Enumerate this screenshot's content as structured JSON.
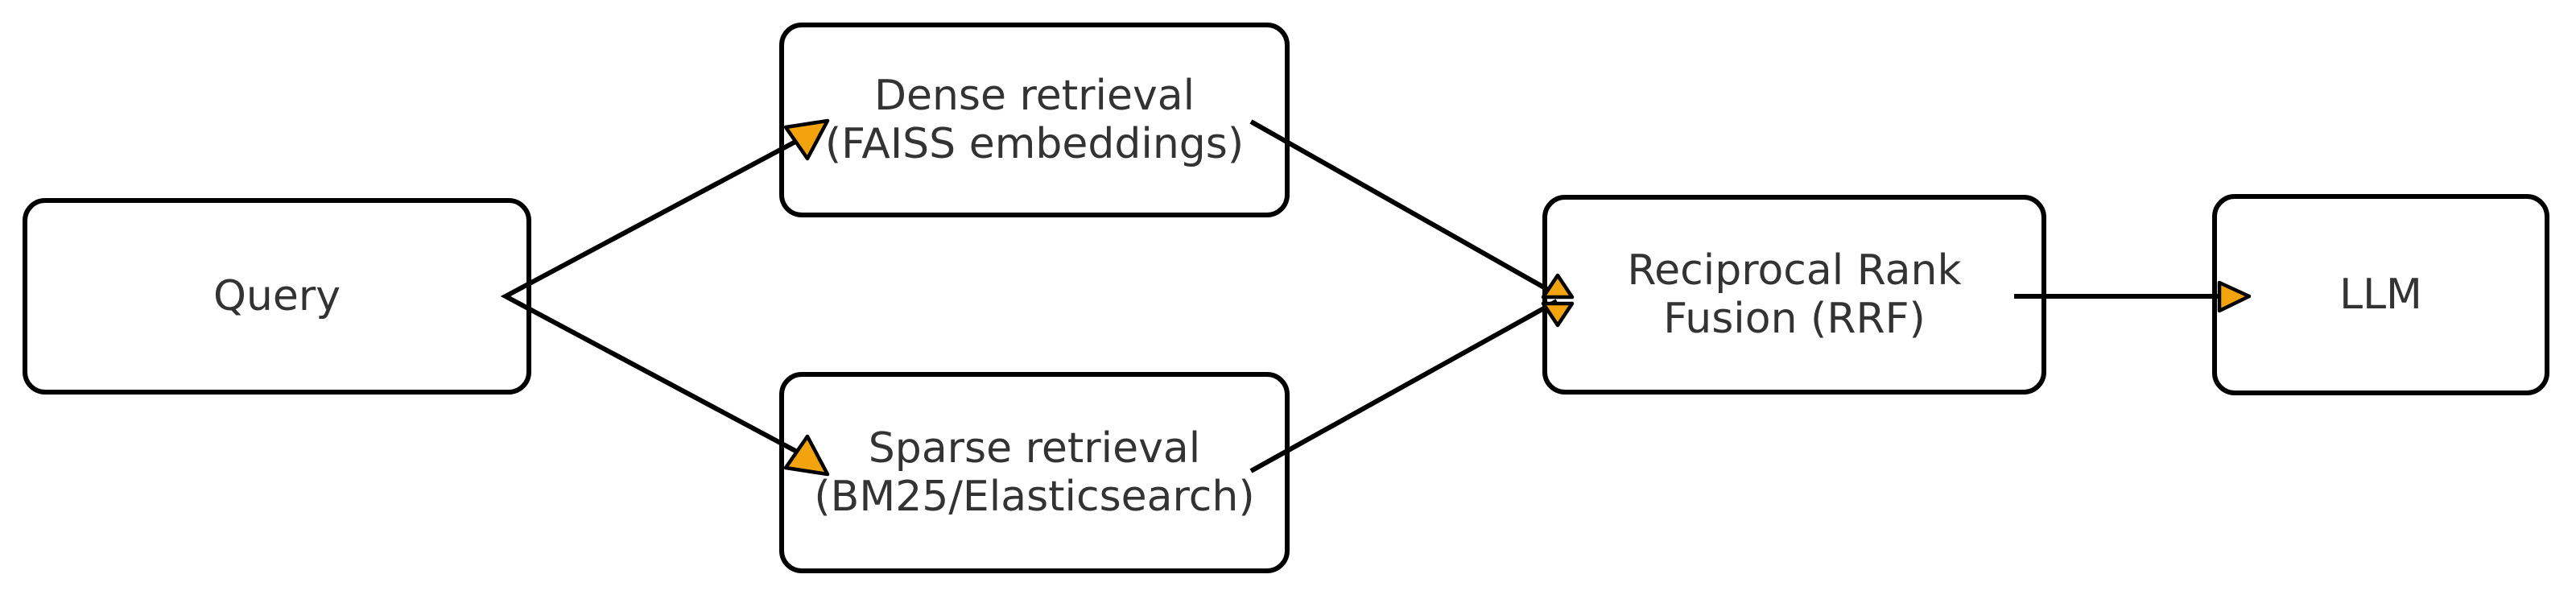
{
  "colors": {
    "background": "#ffffff",
    "node_fill": "#ffffff",
    "node_border": "#000000",
    "node_text": "#333333",
    "edge_stroke": "#000000",
    "arrowhead_fill": "#f2a30d"
  },
  "diagram": {
    "type": "flowchart",
    "direction": "left-to-right",
    "nodes": {
      "query": {
        "label": "Query"
      },
      "dense": {
        "label": "Dense retrieval\n(FAISS embeddings)"
      },
      "sparse": {
        "label": "Sparse retrieval\n(BM25/Elasticsearch)"
      },
      "rrf": {
        "label": "Reciprocal Rank\nFusion (RRF)"
      },
      "llm": {
        "label": "LLM"
      }
    },
    "edges": [
      {
        "from": "query",
        "to": "dense"
      },
      {
        "from": "query",
        "to": "sparse"
      },
      {
        "from": "dense",
        "to": "rrf"
      },
      {
        "from": "sparse",
        "to": "rrf"
      },
      {
        "from": "rrf",
        "to": "llm"
      }
    ]
  }
}
